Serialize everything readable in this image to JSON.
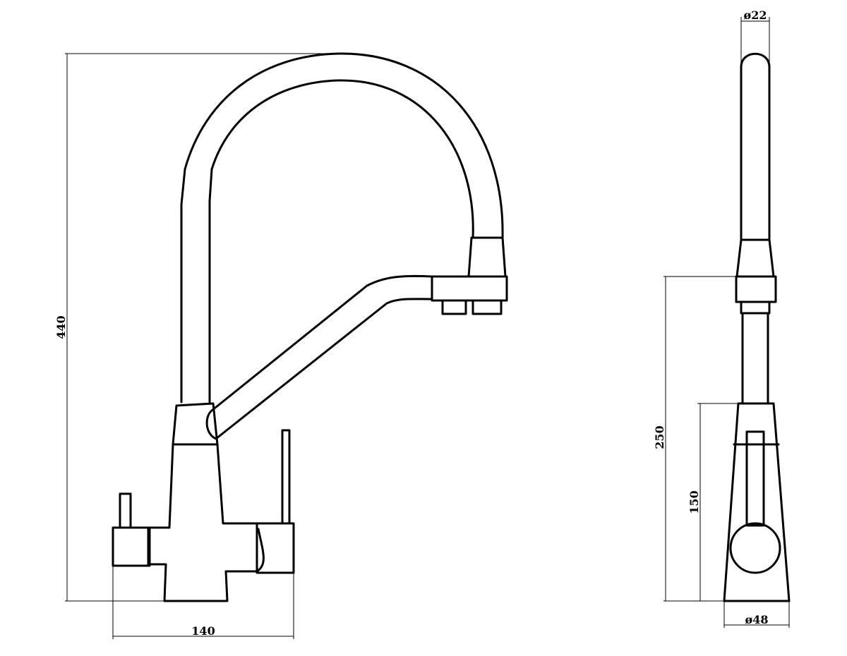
{
  "dimensions": {
    "front_height": "440",
    "front_width": "140",
    "side_spout_height": "250",
    "side_body_height": "150",
    "side_top_diameter": "ø22",
    "side_base_diameter": "ø48"
  },
  "colors": {
    "line": "#000000",
    "background": "#ffffff"
  }
}
